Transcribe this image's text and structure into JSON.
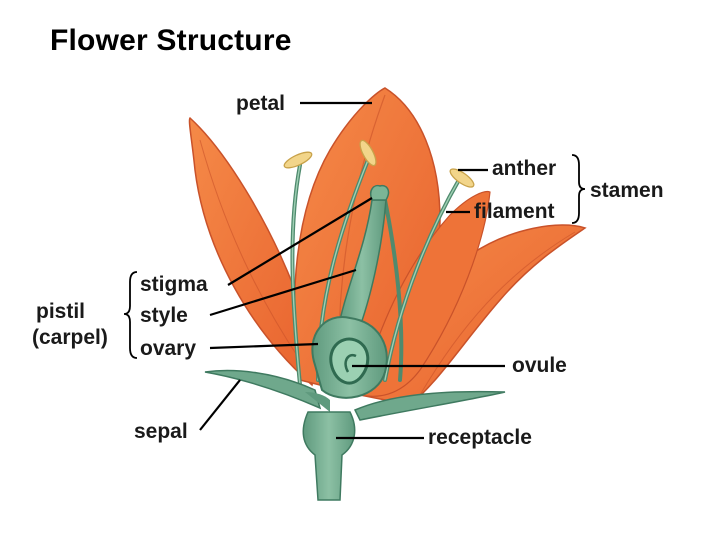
{
  "title": "Flower Structure",
  "labels": {
    "petal": "petal",
    "anther": "anther",
    "filament": "filament",
    "stamen": "stamen",
    "pistil": "pistil",
    "carpel": "(carpel)",
    "stigma": "stigma",
    "style": "style",
    "ovary": "ovary",
    "ovule": "ovule",
    "sepal": "sepal",
    "receptacle": "receptacle"
  },
  "colors": {
    "petal": "#f07a3c",
    "petal_shade": "#d9572a",
    "green": "#6fa88c",
    "green_dark": "#3f7a60",
    "anther": "#f2d58a"
  }
}
